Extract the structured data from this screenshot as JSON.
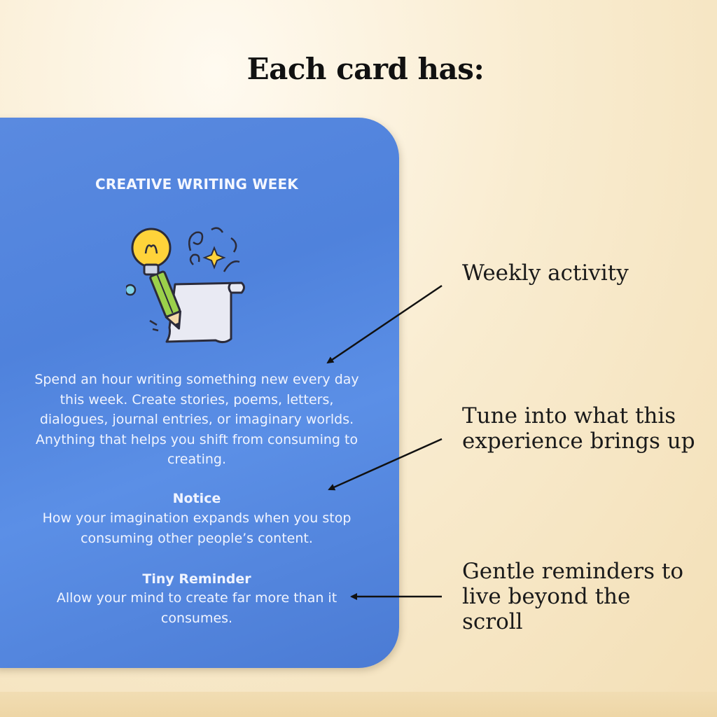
{
  "heading": "Each card has:",
  "card": {
    "title": "CREATIVE WRITING WEEK",
    "body": "Spend  an hour writing something new every day this week. Create stories, poems, letters, dialogues, journal entries, or imaginary worlds. Anything that helps you shift from consuming to creating.",
    "notice_label": "Notice",
    "notice_text": "How your imagination expands when you stop consuming other people’s content.",
    "reminder_label": "Tiny Reminder",
    "reminder_text": "Allow your mind to create far more than it consumes.",
    "illustration_icon": "lightbulb-pencil-scroll-icon",
    "background_color": "#5585de"
  },
  "annotations": [
    {
      "text": "Weekly activity"
    },
    {
      "text": "Tune into what this experience brings up"
    },
    {
      "text": "Gentle reminders to live beyond the scroll"
    }
  ],
  "colors": {
    "background": "#f7e7c4",
    "text": "#111111",
    "card_text": "#ffffff"
  }
}
